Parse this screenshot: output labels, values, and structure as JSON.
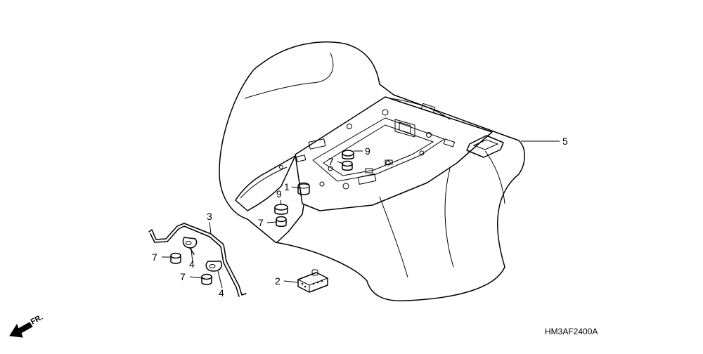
{
  "callouts": {
    "c1": "1",
    "c2": "2",
    "c3": "3",
    "c4a": "4",
    "c4b": "4",
    "c5": "5",
    "c7a": "7",
    "c7b": "7",
    "c7c": "7",
    "c7d": "7",
    "c9a": "9",
    "c9b": "9"
  },
  "diagram_code": "HM3AF2400A",
  "direction_label": "FR."
}
